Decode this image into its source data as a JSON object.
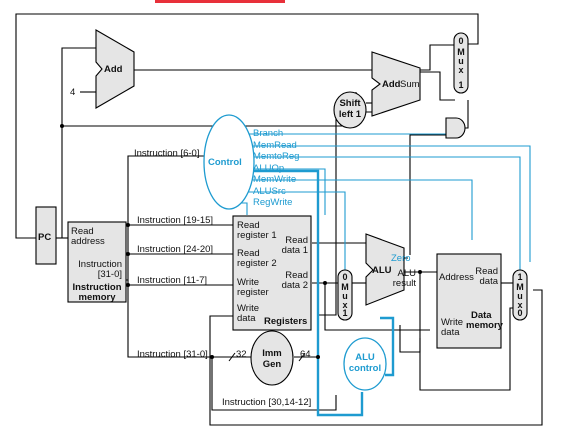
{
  "blocks": {
    "pc": "PC",
    "add_top": "Add",
    "add_branch": "Add",
    "add_sum": "Sum",
    "const_four": "4",
    "shift_left": [
      "Shift",
      "left 1"
    ],
    "control": "Control",
    "imm_gen": [
      "Imm",
      "Gen"
    ],
    "alu": "ALU",
    "alu_zero": "Zero",
    "alu_result": [
      "ALU",
      "result"
    ],
    "alu_control": [
      "ALU",
      "control"
    ]
  },
  "mux_labels": {
    "top_mux": [
      "0",
      "M",
      "u",
      "x",
      "1"
    ],
    "alu_src_mux": [
      "0",
      "M",
      "u",
      "x",
      "1"
    ],
    "wb_mux": [
      "1",
      "M",
      "u",
      "x",
      "0"
    ]
  },
  "instruction_memory": {
    "read_address": [
      "Read",
      "address"
    ],
    "instruction": [
      "Instruction",
      "[31-0]"
    ],
    "title": [
      "Instruction",
      "memory"
    ]
  },
  "registers": {
    "read_register_1": [
      "Read",
      "register 1"
    ],
    "read_register_2": [
      "Read",
      "register 2"
    ],
    "write_register": [
      "Write",
      "register"
    ],
    "write_data": [
      "Write",
      "data"
    ],
    "read_data_1": [
      "Read",
      "data 1"
    ],
    "read_data_2": [
      "Read",
      "data 2"
    ],
    "title": "Registers"
  },
  "data_memory": {
    "address": "Address",
    "read_data": [
      "Read",
      "data"
    ],
    "write_data": [
      "Write",
      "data"
    ],
    "title": [
      "Data",
      "memory"
    ]
  },
  "control_signals": [
    "Branch",
    "MemRead",
    "MemtoReg",
    "ALUOp",
    "MemWrite",
    "ALUSrc",
    "RegWrite"
  ],
  "instruction_fields": {
    "opcode": "Instruction [6-0]",
    "rs1": "Instruction [19-15]",
    "rs2": "Instruction [24-20]",
    "rd": "Instruction [11-7]",
    "full": "Instruction [31-0]",
    "funct": "Instruction [30,14-12]"
  },
  "bus_widths": {
    "imm_in": "32",
    "imm_out": "64"
  },
  "colors": {
    "control": "#1e9bd0",
    "blocks": "#e5e5e5",
    "lines": "#000000",
    "title_bar": "#e8303a"
  }
}
